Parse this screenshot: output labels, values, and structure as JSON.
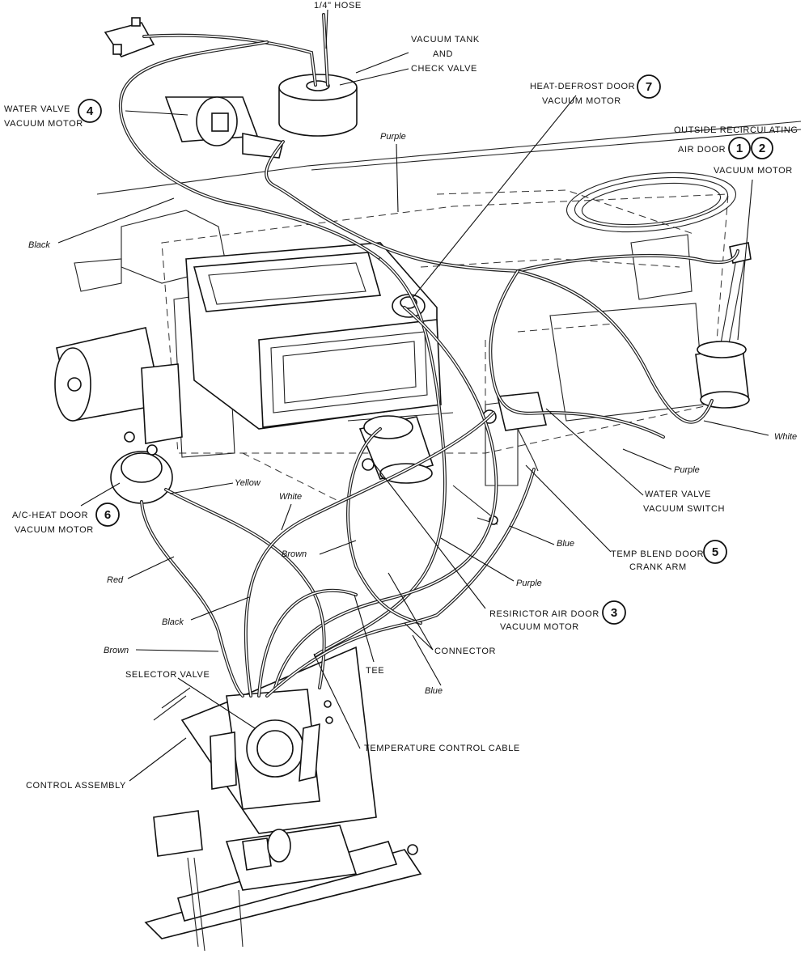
{
  "labels": {
    "hose_1_4": "1/4\" HOSE",
    "vacuum_tank_1": "VACUUM TANK",
    "vacuum_tank_2": "AND",
    "vacuum_tank_3": "CHECK VALVE",
    "water_valve_motor_1": "WATER VALVE",
    "water_valve_motor_2": "VACUUM MOTOR",
    "heat_defrost_1": "HEAT-DEFROST DOOR",
    "heat_defrost_2": "VACUUM MOTOR",
    "outside_recirc_1": "OUTSIDE RECIRCULATING",
    "outside_recirc_2": "AIR DOOR",
    "outside_recirc_3": "VACUUM MOTOR",
    "ac_heat_1": "A/C-HEAT DOOR",
    "ac_heat_2": "VACUUM MOTOR",
    "water_valve_switch_1": "WATER VALVE",
    "water_valve_switch_2": "VACUUM SWITCH",
    "temp_blend_1": "TEMP BLEND DOOR",
    "temp_blend_2": "CRANK ARM",
    "restrictor_1": "RESIRICTOR AIR DOOR",
    "restrictor_2": "VACUUM MOTOR",
    "connector": "CONNECTOR",
    "tee": "TEE",
    "selector_valve": "SELECTOR VALVE",
    "temperature_cable": "TEMPERATURE CONTROL CABLE",
    "control_assembly": "CONTROL ASSEMBLY"
  },
  "callout_numbers": {
    "water_valve_motor": "4",
    "heat_defrost": "7",
    "outside_recirc_a": "1",
    "outside_recirc_b": "2",
    "ac_heat": "6",
    "temp_blend": "5",
    "restrictor": "3"
  },
  "hose_colors": {
    "purple_top": "Purple",
    "black_left": "Black",
    "white_right": "White",
    "purple_mid": "Purple",
    "yellow": "Yellow",
    "white_center": "White",
    "blue_right": "Blue",
    "brown_center": "Brown",
    "purple_low": "Purple",
    "red": "Red",
    "black_low": "Black",
    "brown_low": "Brown",
    "blue_low": "Blue"
  }
}
